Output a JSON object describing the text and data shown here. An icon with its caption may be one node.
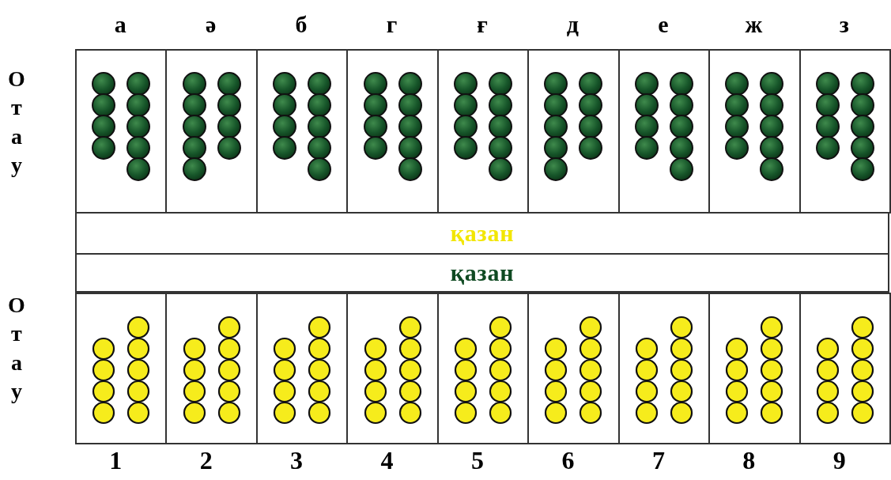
{
  "diagram": {
    "nodes": [
      {
        "text": [],
        "shape": "box"
      },
      {
        "text": [],
        "shape": "box"
      },
      {
        "text": [],
        "shape": "box"
      },
      {
        "text": [],
        "shape": "box"
      },
      {
        "text": [],
        "shape": "box"
      },
      {
        "text": [],
        "shape": "box"
      },
      {
        "text": [],
        "shape": "box"
      },
      {
        "text": [],
        "shape": "box"
      },
      {
        "text": [],
        "shape": "box"
      },
      {
        "text": [
          "қазан"
        ]
      },
      {
        "text": [
          "қазан"
        ]
      },
      {
        "text": [],
        "shape": "box"
      },
      {
        "text": [],
        "shape": "box"
      },
      {
        "text": [],
        "shape": "box"
      },
      {
        "text": [],
        "shape": "box"
      },
      {
        "text": [],
        "shape": "box"
      },
      {
        "text": [],
        "shape": "box"
      },
      {
        "text": [],
        "shape": "box"
      },
      {
        "text": [],
        "shape": "box"
      },
      {
        "text": [],
        "shape": "box"
      }
    ],
    "labels": [
      "а",
      "ә",
      "б",
      "г",
      "ғ",
      "д",
      "е",
      "ж",
      "з",
      "Отау",
      "Отау",
      "1",
      "2",
      "3",
      "4",
      "5",
      "6",
      "7",
      "8",
      "9"
    ]
  }
}
